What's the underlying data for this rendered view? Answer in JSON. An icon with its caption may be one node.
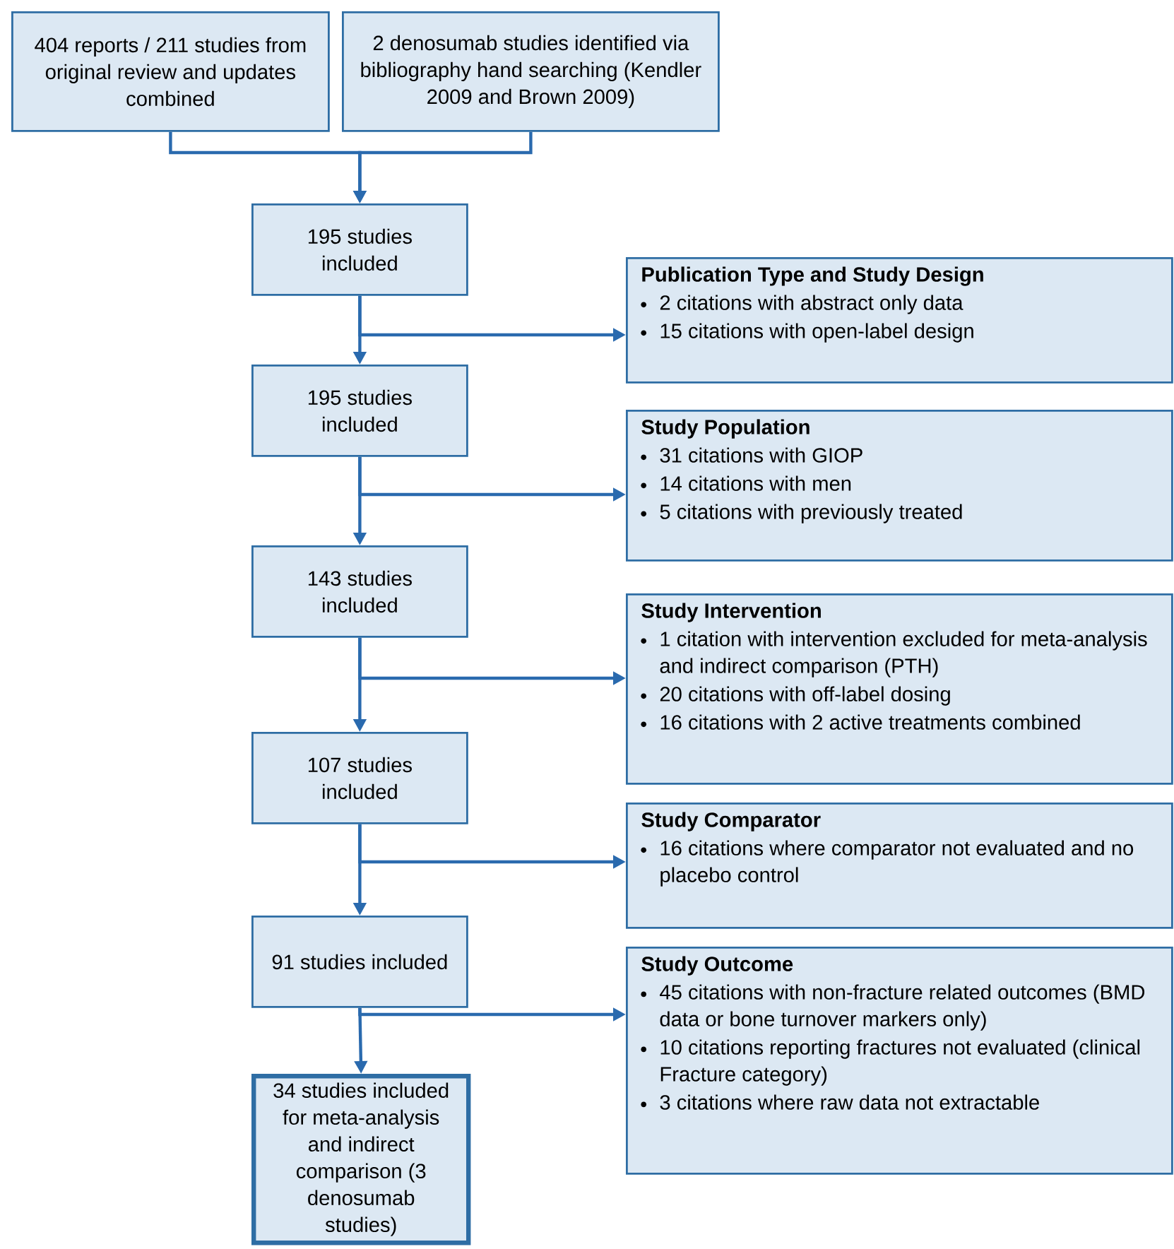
{
  "diagram": {
    "nodes": [
      {
        "text": [
          "404 reports / 211 studies from original review and updates combined"
        ]
      },
      {
        "text": [
          "2 denosumab studies identified via bibliography hand searching (Kendler 2009 and Brown 2009)"
        ]
      },
      {
        "text": [
          "195 studies included"
        ]
      },
      {
        "text": [
          "Publication Type and Study Design",
          "2 citations with abstract only data",
          "15 citations with open-label design"
        ]
      },
      {
        "text": [
          "195 studies included"
        ]
      },
      {
        "text": [
          "Study Population",
          "31 citations with GIOP",
          "14 citations with men",
          "5 citations with previously treated"
        ]
      },
      {
        "text": [
          "143 studies included"
        ]
      },
      {
        "text": [
          "Study Intervention",
          "1 citation with intervention excluded for meta-analysis and indirect comparison (PTH)",
          "20 citations with off-label dosing",
          "16 citations with 2 active treatments combined"
        ]
      },
      {
        "text": [
          "107 studies included"
        ]
      },
      {
        "text": [
          "Study Comparator",
          "16 citations where comparator not evaluated and no placebo control"
        ]
      },
      {
        "text": [
          "91 studies included"
        ]
      },
      {
        "text": [
          "Study Outcome",
          "45 citations with non-fracture related outcomes (BMD data or bone turnover markers only)",
          "10 citations reporting fractures not evaluated (clinical Fracture category)",
          "3 citations where raw data not extractable"
        ]
      },
      {
        "text": [
          "34 studies included for meta-analysis and indirect comparison (3 denosumab studies)"
        ]
      }
    ],
    "edges": [
      {
        "from": 0,
        "to": 2,
        "arrow": "to"
      },
      {
        "from": 1,
        "to": 2,
        "arrow": "to"
      },
      {
        "from": 2,
        "to": 4,
        "arrow": "to"
      },
      {
        "from": 2,
        "to": 3,
        "arrow": "to"
      },
      {
        "from": 4,
        "to": 6,
        "arrow": "to"
      },
      {
        "from": 4,
        "to": 5,
        "arrow": "to"
      },
      {
        "from": 6,
        "to": 8,
        "arrow": "to"
      },
      {
        "from": 6,
        "to": 7,
        "arrow": "to"
      },
      {
        "from": 8,
        "to": 10,
        "arrow": "to"
      },
      {
        "from": 8,
        "to": 9,
        "arrow": "to"
      },
      {
        "from": 10,
        "to": 12,
        "arrow": "to"
      },
      {
        "from": 10,
        "to": 11,
        "arrow": "to"
      }
    ]
  }
}
